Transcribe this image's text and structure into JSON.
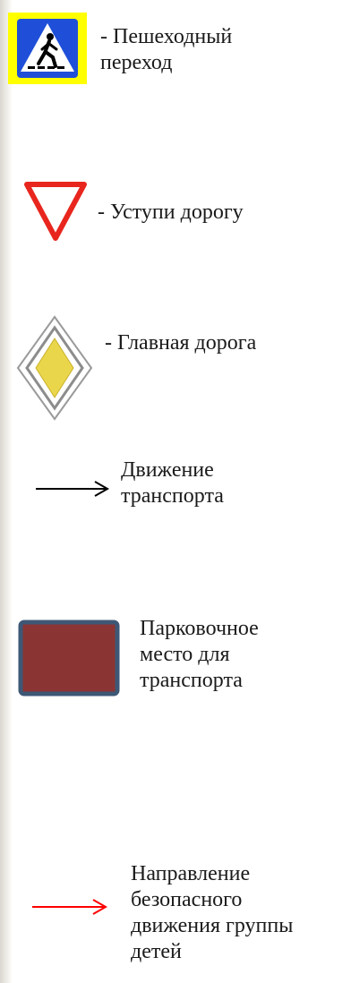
{
  "legend": {
    "crosswalk": {
      "label": "- Пешеходный\nпереход",
      "icon": "pedestrian-crossing-sign",
      "colors": {
        "frame": "#ffff00",
        "field": "#1f4fd8",
        "triangle": "#ffffff",
        "figure": "#000000"
      }
    },
    "yield": {
      "label": "- Уступи дорогу",
      "icon": "yield-sign",
      "colors": {
        "border": "#e8261e",
        "fill": "#ffffff"
      }
    },
    "priority_road": {
      "label": "- Главная дорога",
      "icon": "priority-road-sign",
      "colors": {
        "outer": "#ffffff",
        "border": "#8c8c8c",
        "inner": "#ead64a"
      }
    },
    "traffic": {
      "label": "Движение\nтранспорта",
      "icon": "black-arrow",
      "colors": {
        "arrow": "#000000"
      }
    },
    "parking": {
      "label": "Парковочное\nместо для\nтранспорта",
      "icon": "parking-rectangle",
      "colors": {
        "fill": "#8b3434",
        "border": "#3e5775"
      }
    },
    "children_route": {
      "label": "Направление\nбезопасного\nдвижения группы\nдетей",
      "icon": "red-arrow",
      "colors": {
        "arrow": "#ff0000"
      }
    }
  }
}
